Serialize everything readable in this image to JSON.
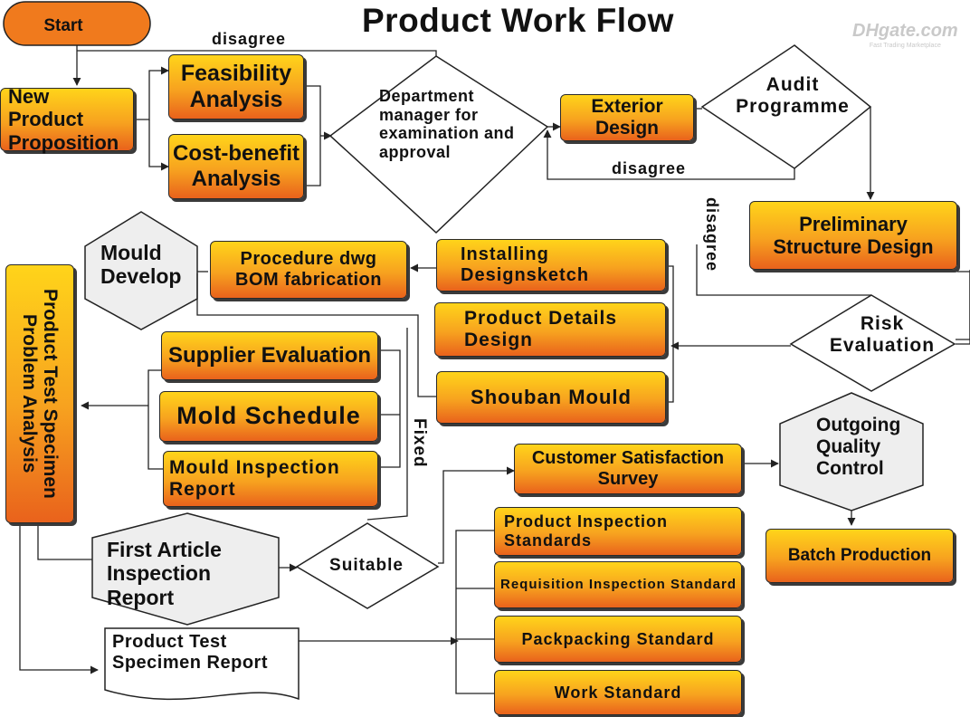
{
  "title": "Product Work Flow",
  "watermark": {
    "brand": "DHgate.com",
    "tagline": "Fast Trading Marketplace"
  },
  "nodes": {
    "start": "Start",
    "new_product_proposition": "New Product Proposition",
    "feasibility_analysis": "Feasibility Analysis",
    "cost_benefit_analysis": "Cost-benefit Analysis",
    "department_manager": "Department manager for examination and approval",
    "exterior_design": "Exterior Design",
    "audit_programme": "Audit Programme",
    "preliminary_structure_design": "Preliminary Structure Design",
    "risk_evaluation": "Risk Evaluation",
    "installing_designsketch": "Installing Designsketch",
    "product_details_design": "Product Details Design",
    "shouban_mould": "Shouban Mould",
    "procedure_dwg": "Procedure dwg BOM fabrication",
    "mould_develop": "Mould Develop",
    "supplier_evaluation": "Supplier Evaluation",
    "mold_schedule": "Mold Schedule",
    "mould_inspection_report": "Mould Inspection Report",
    "product_test_specimen_problem": "Product Test Specimen Problem Analysis",
    "first_article_inspection_report": "First Article Inspection Report",
    "suitable": "Suitable",
    "customer_satisfaction_survey": "Customer Satisfaction Survey",
    "outgoing_quality_control": "Outgoing Quality Control",
    "batch_production": "Batch Production",
    "product_inspection_standards": "Product Inspection Standards",
    "requisition_inspection_standard": "Requisition Inspection Standard",
    "packpacking_standard": "Packpacking Standard",
    "work_standard": "Work Standard",
    "product_test_specimen_report": "Product Test Specimen Report"
  },
  "edge_labels": {
    "disagree_top": "disagree",
    "disagree_audit": "disagree",
    "disagree_vertical": "disagree",
    "fixed": "Fixed"
  },
  "colors": {
    "box_gradient_top": "#ffd41a",
    "box_gradient_mid": "#f7a21f",
    "box_gradient_bottom": "#e9621c",
    "hexagon_fill": "#eeeeee",
    "line": "#222222"
  }
}
